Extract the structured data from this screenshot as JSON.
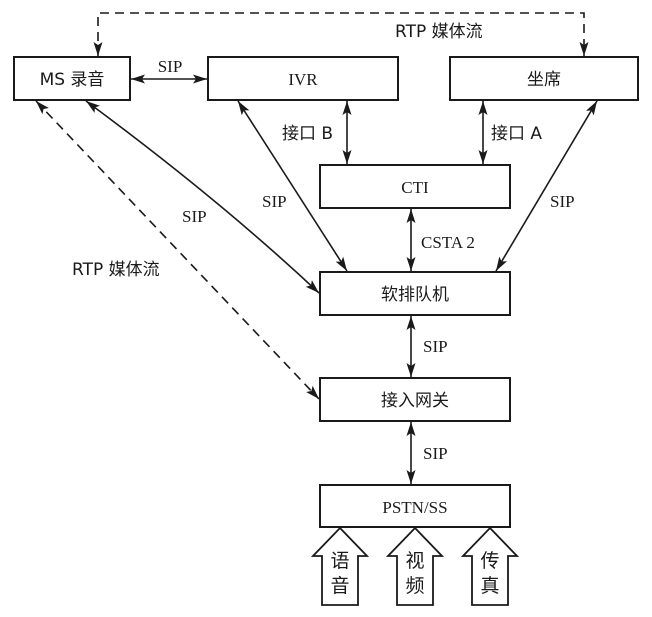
{
  "diagram": {
    "nodes": {
      "ms": "MS 录音",
      "ivr": "IVR",
      "agent": "坐席",
      "cti": "CTI",
      "queue": "软排队机",
      "gateway": "接入网关",
      "pstn": "PSTN/SS"
    },
    "edges": {
      "ms_ivr": "SIP",
      "top_rtp": "RTP 媒体流",
      "ivr_cti": "接口 B",
      "agent_cti": "接口 A",
      "ivr_queue": "SIP",
      "ms_queue": "SIP",
      "agent_queue": "SIP",
      "cti_queue": "CSTA 2",
      "ms_gateway_rtp": "RTP 媒体流",
      "queue_gateway": "SIP",
      "gateway_pstn": "SIP"
    },
    "inputs": [
      {
        "line1": "语",
        "line2": "音"
      },
      {
        "line1": "视",
        "line2": "频"
      },
      {
        "line1": "传",
        "line2": "真"
      }
    ]
  }
}
